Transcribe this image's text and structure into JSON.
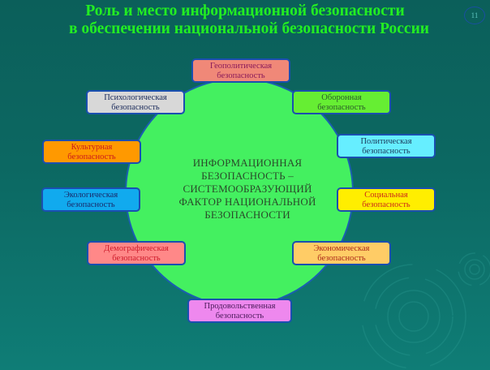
{
  "slide": {
    "title_line1": "Роль и место информационной безопасности",
    "title_line2": "в обеспечении национальной безопасности  России",
    "slide_number": "11",
    "title_color": "#22ee22",
    "background_color": "#0c6862"
  },
  "diagram": {
    "center": {
      "lines": [
        "ИНФОРМАЦИОННАЯ",
        "БЕЗОПАСНОСТЬ –",
        "СИСТЕМООБРАЗУЮЩИЙ",
        "ФАКТОР НАЦИОНАЛЬНОЙ",
        "БЕЗОПАСНОСТИ"
      ],
      "fill": "#44f060"
    },
    "nodes": [
      {
        "id": "geopolitical",
        "line1": "Геополитическая",
        "line2": "безопасность",
        "fill": "#f08878",
        "text": "#8a1a5a"
      },
      {
        "id": "psychological",
        "line1": "Психологическая",
        "line2": "безопасность",
        "fill": "#d8d8d8",
        "text": "#1a2a5a"
      },
      {
        "id": "defense",
        "line1": "Оборонная",
        "line2": "безопасность",
        "fill": "#66ee33",
        "text": "#2a5a2a"
      },
      {
        "id": "cultural",
        "line1": "Культурная",
        "line2": "безопасность",
        "fill": "#ff9900",
        "text": "#cc1a1a"
      },
      {
        "id": "political",
        "line1": "Политическая",
        "line2": "безопасность",
        "fill": "#66eeff",
        "text": "#1a3a5a"
      },
      {
        "id": "ecological",
        "line1": "Экологическая",
        "line2": "безопасность",
        "fill": "#11aaee",
        "text": "#1a2a6a"
      },
      {
        "id": "social",
        "line1": "Социальная",
        "line2": "безопасность",
        "fill": "#ffee00",
        "text": "#cc2a1a"
      },
      {
        "id": "demographic",
        "line1": "Демографическая",
        "line2": "безопасность",
        "fill": "#ff8888",
        "text": "#cc1a2a"
      },
      {
        "id": "economic",
        "line1": "Экономическая",
        "line2": "безопасность",
        "fill": "#ffcc66",
        "text": "#aa2a1a"
      },
      {
        "id": "food",
        "line1": "Продовольственная",
        "line2": "безопасность",
        "fill": "#ee88ee",
        "text": "#4a1a5a"
      }
    ]
  }
}
